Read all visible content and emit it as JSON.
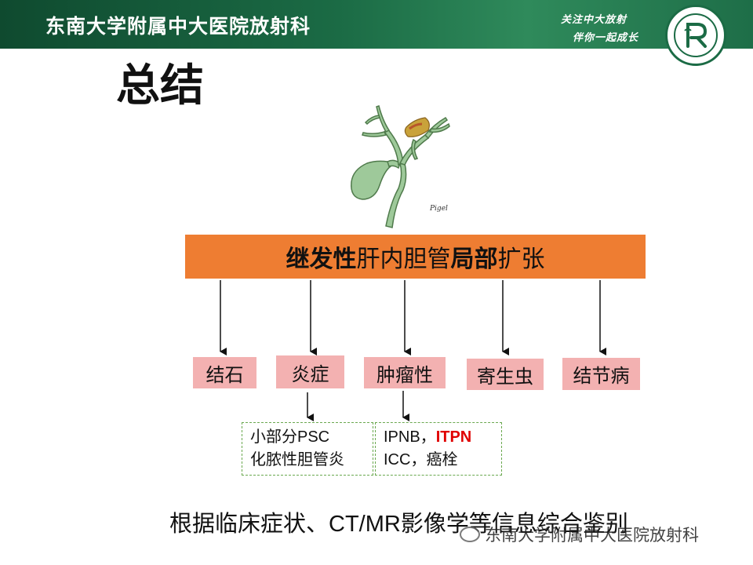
{
  "header": {
    "title": "东南大学附属中大医院放射科",
    "slogan_line1": "关注中大放射",
    "slogan_line2": "伴你一起成长",
    "logo_letter": "R",
    "brand_color": "#1b6b45"
  },
  "page_title": "总结",
  "illustration_signature": "Pigel",
  "main_box": {
    "part1": "继发性",
    "part2": "肝内胆管",
    "part3": "局部",
    "part4": "扩张",
    "color": "#ee7d32"
  },
  "categories": [
    {
      "label": "结石"
    },
    {
      "label": "炎症"
    },
    {
      "label": "肿瘤性"
    },
    {
      "label": "寄生虫"
    },
    {
      "label": "结节病"
    }
  ],
  "sub_boxes": {
    "inflammation": {
      "line1": "小部分PSC",
      "line2": "化脓性胆管炎"
    },
    "tumor": {
      "line1_a": "IPNB，",
      "line1_b": "ITPN",
      "line2": "ICC，癌栓"
    }
  },
  "bottom_text": "根据临床症状、CT/MR影像学等信息综合鉴别",
  "watermark": "东南大学附属中大医院放射科"
}
